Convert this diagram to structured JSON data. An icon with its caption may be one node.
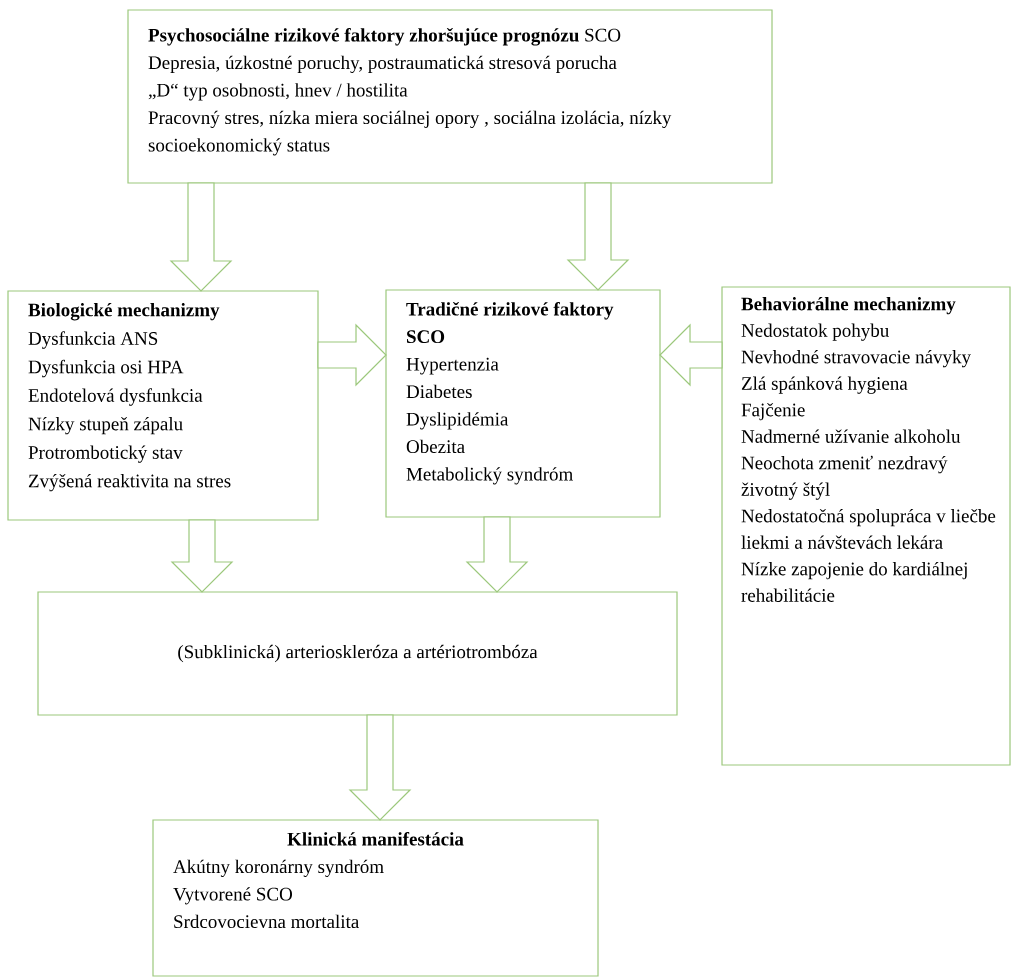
{
  "diagram": {
    "nodes": [
      {
        "text": [
          "**Psychosociálne rizikové faktory zhoršujúce prognózu** SCO",
          "Depresia, úzkostné poruchy, postraumatická stresová porucha",
          "„D“ typ osobnosti, hnev / hostilita",
          "Pracovný stres, nízka miera sociálnej opory , sociálna izolácia, nízky socioekonomický status"
        ]
      },
      {
        "text": [
          "Biologické mechanizmy",
          "Dysfunkcia ANS",
          "Dysfunkcia osi HPA",
          "Endotelová dysfunkcia",
          "Nízky stupeň zápalu",
          "Protrombotický stav",
          "Zvýšená reaktivita na stres"
        ]
      },
      {
        "text": [
          "Tradičné rizikové faktory SCO",
          "Hypertenzia",
          "Diabetes",
          "Dyslipidémia",
          "Obezita",
          "Metabolický syndróm"
        ]
      },
      {
        "text": [
          "Behaviorálne mechanizmy",
          "Nedostatok pohybu",
          "Nevhodné stravovacie návyky",
          "Zlá spánková hygiena",
          "Fajčenie",
          "Nadmerné užívanie alkoholu",
          "Neochota zmeniť nezdravý životný štýl",
          "Nedostatočná spolupráca v liečbe liekmi a návštevách lekára",
          "Nízke zapojenie do kardiálnej rehabilitácie"
        ]
      },
      {
        "text": [
          "(Subklinická) arterioskleróza a artériotrombóza"
        ]
      },
      {
        "text": [
          "Klinická manifestácia",
          "Akútny koronárny syndróm",
          "Vytvorené SCO",
          "Srdcovocievna mortalita"
        ]
      }
    ],
    "edges": [
      {
        "from": 0,
        "to": 1,
        "arrow": "to"
      },
      {
        "from": 0,
        "to": 2,
        "arrow": "to"
      },
      {
        "from": 1,
        "to": 2,
        "arrow": "to"
      },
      {
        "from": 3,
        "to": 2,
        "arrow": "to"
      },
      {
        "from": 1,
        "to": 4,
        "arrow": "to"
      },
      {
        "from": 2,
        "to": 4,
        "arrow": "to"
      },
      {
        "from": 4,
        "to": 5,
        "arrow": "to"
      }
    ]
  }
}
